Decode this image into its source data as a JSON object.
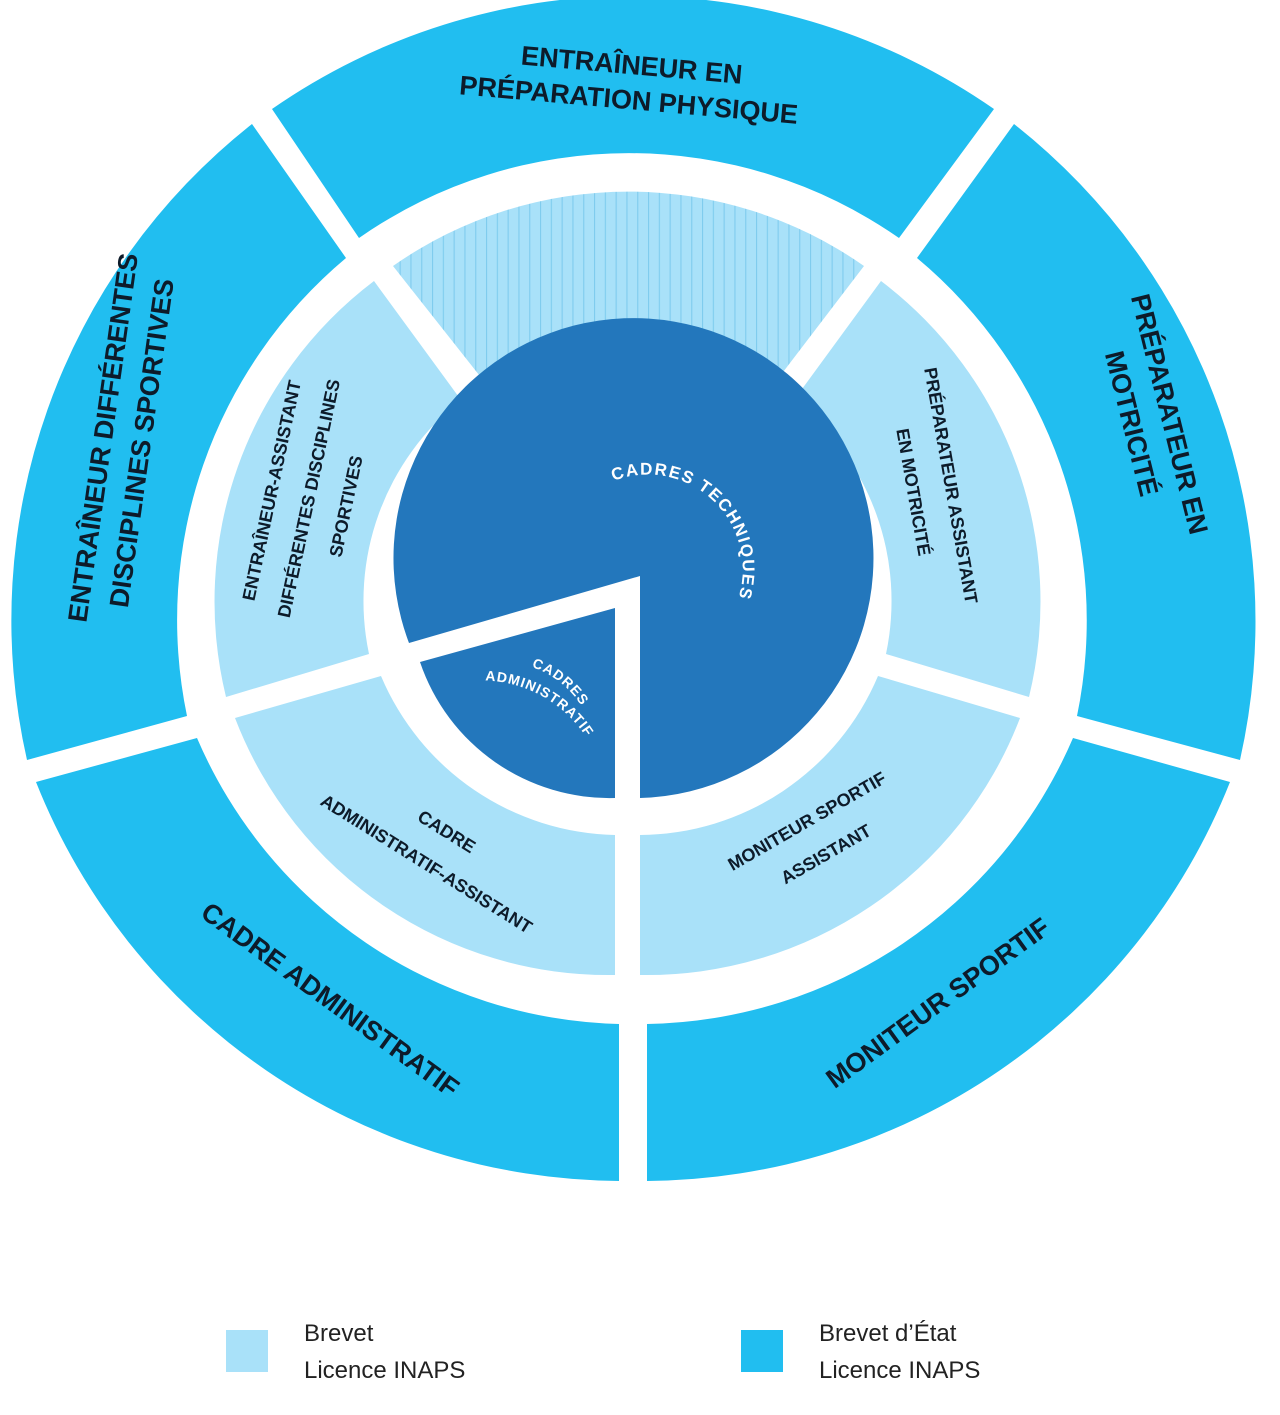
{
  "colors": {
    "outer": "#21BEF0",
    "middle": "#A9E1F9",
    "core": "#2377BC",
    "hatch_bg": "#A9E1F9",
    "hatch_line": "#7FCCEE",
    "text_dark": "#0d1b2a",
    "text_light": "#ffffff"
  },
  "outer_ring": {
    "top": [
      "ENTRAÎNEUR EN",
      "PRÉPARATION PHYSIQUE"
    ],
    "right": [
      "PRÉPARATEUR EN",
      "MOTRICITÉ"
    ],
    "bottom_right": "MONITEUR SPORTIF",
    "bottom_left": "CADRE ADMINISTRATIF",
    "left": [
      "ENTRAÎNEUR DIFFÉRENTES",
      "DISCIPLINES SPORTIVES"
    ]
  },
  "middle_ring": {
    "top_empty_pattern": "hatched",
    "right": [
      "PRÉPARATEUR ASSISTANT",
      "EN MOTRICITÉ"
    ],
    "bottom_right": [
      "MONITEUR SPORTIF",
      "ASSISTANT"
    ],
    "bottom_left": [
      "CADRE",
      "ADMINISTRATIF-ASSISTANT"
    ],
    "left": [
      "ENTRAÎNEUR-ASSISTANT",
      "DIFFÉRENTES DISCIPLINES",
      "SPORTIVES"
    ]
  },
  "core": {
    "technical": "CADRES TECHNIQUES",
    "administrative": [
      "CADRES",
      "ADMINISTRATIF"
    ]
  },
  "legend": [
    {
      "color": "#A9E1F9",
      "lines": [
        "Brevet",
        "Licence INAPS"
      ]
    },
    {
      "color": "#21BEF0",
      "lines": [
        "Brevet d’État",
        "Licence INAPS"
      ]
    }
  ]
}
